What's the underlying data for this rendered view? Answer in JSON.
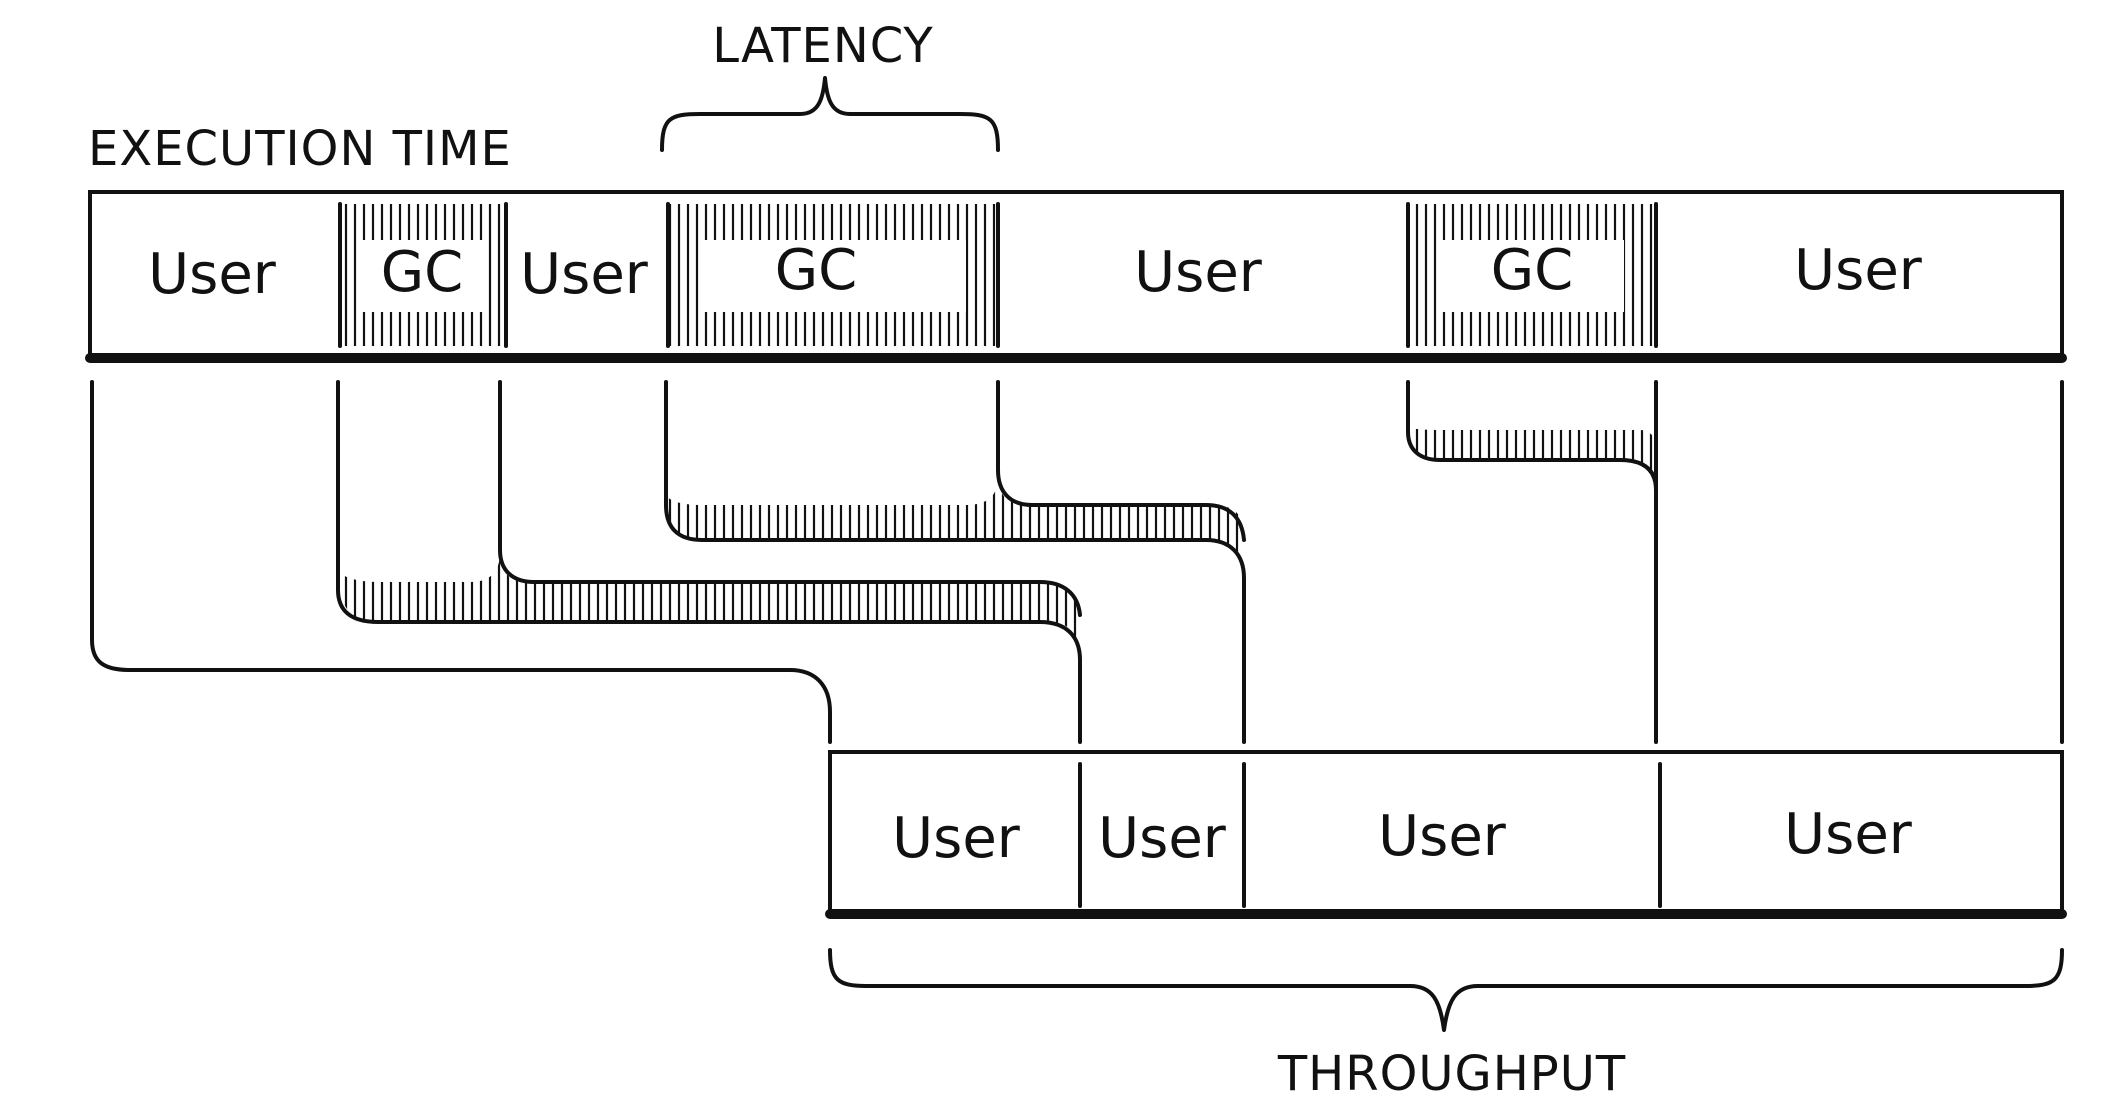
{
  "labels": {
    "execution_time": "EXECUTION TIME",
    "latency": "LATENCY",
    "throughput": "THROUGHPUT"
  },
  "execution_bar": {
    "segments": [
      {
        "kind": "user",
        "label": "User"
      },
      {
        "kind": "gc",
        "label": "GC"
      },
      {
        "kind": "user",
        "label": "User"
      },
      {
        "kind": "gc",
        "label": "GC"
      },
      {
        "kind": "user",
        "label": "User"
      },
      {
        "kind": "gc",
        "label": "GC"
      },
      {
        "kind": "user",
        "label": "User"
      }
    ]
  },
  "throughput_bar": {
    "segments": [
      {
        "kind": "user",
        "label": "User"
      },
      {
        "kind": "user",
        "label": "User"
      },
      {
        "kind": "user",
        "label": "User"
      },
      {
        "kind": "user",
        "label": "User"
      }
    ]
  }
}
